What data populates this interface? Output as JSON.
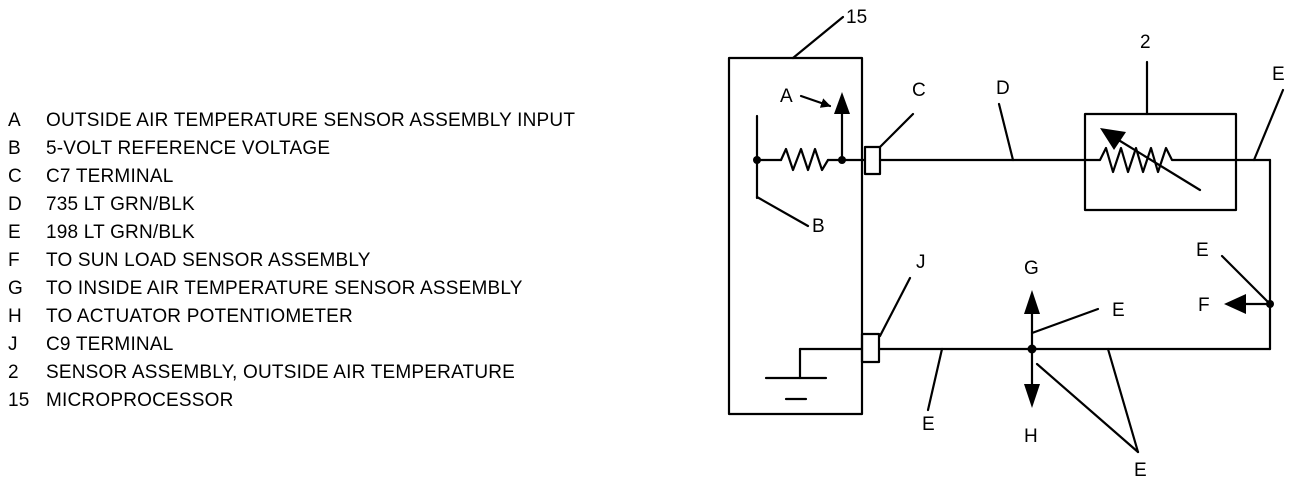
{
  "legend": [
    {
      "key": "A",
      "text": "OUTSIDE AIR TEMPERATURE SENSOR ASSEMBLY INPUT"
    },
    {
      "key": "B",
      "text": "5-VOLT REFERENCE VOLTAGE"
    },
    {
      "key": "C",
      "text": "C7 TERMINAL"
    },
    {
      "key": "D",
      "text": "735 LT GRN/BLK"
    },
    {
      "key": "E",
      "text": "198 LT GRN/BLK"
    },
    {
      "key": "F",
      "text": "TO SUN LOAD SENSOR ASSEMBLY"
    },
    {
      "key": "G",
      "text": "TO INSIDE AIR TEMPERATURE SENSOR ASSEMBLY"
    },
    {
      "key": "H",
      "text": "TO ACTUATOR POTENTIOMETER"
    },
    {
      "key": "J",
      "text": "C9 TERMINAL"
    },
    {
      "key": "2",
      "text": "SENSOR ASSEMBLY, OUTSIDE AIR TEMPERATURE"
    },
    {
      "key": "15",
      "text": "MICROPROCESSOR"
    }
  ],
  "callouts": {
    "microprocessor": "15",
    "sensor_assembly": "2",
    "a": "A",
    "b": "B",
    "c": "C",
    "d": "D",
    "e_top_right": "E",
    "e_right": "E",
    "f": "F",
    "j": "J",
    "g": "G",
    "e_junction": "E",
    "h": "H",
    "e_bottom_wire": "E",
    "e_bottom": "E"
  }
}
